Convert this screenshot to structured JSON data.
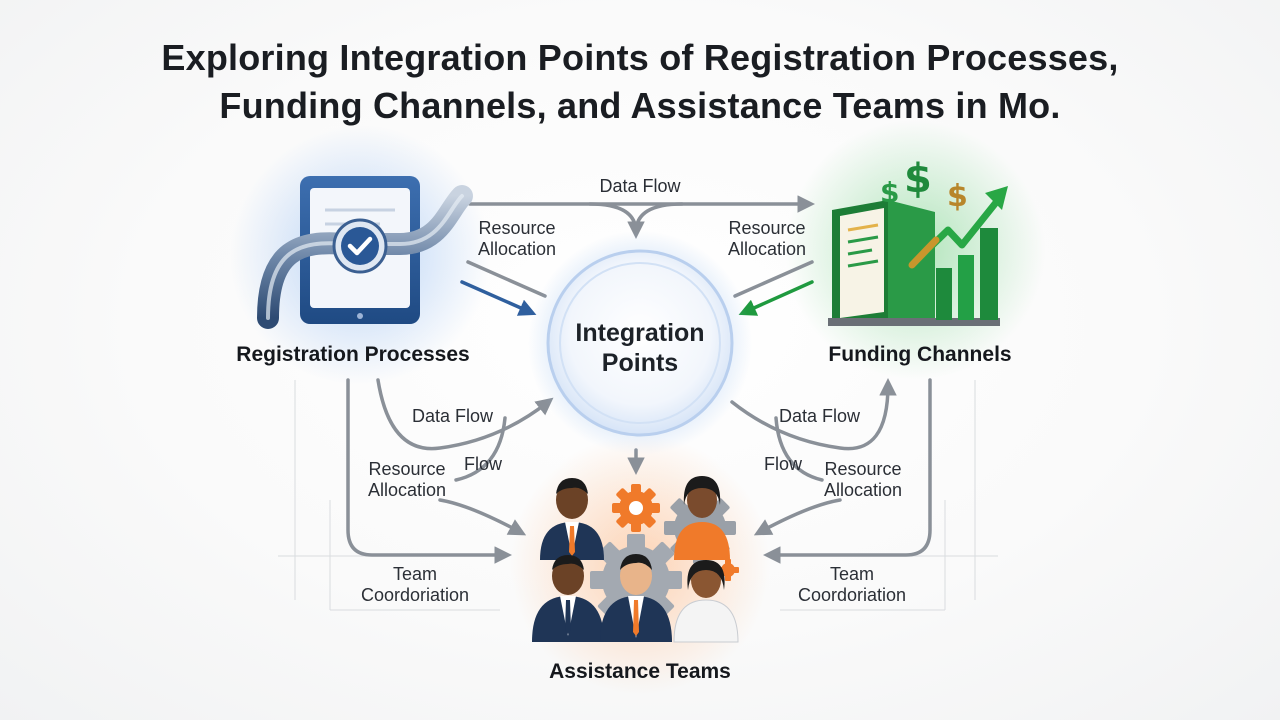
{
  "title": {
    "line1": "Exploring Integration Points of Registration Processes,",
    "line2": "Funding Channels, and Assistance Teams in Mo."
  },
  "center": {
    "line1": "Integration",
    "line2": "Points"
  },
  "nodes": {
    "registration": "Registration Processes",
    "funding": "Funding Channels",
    "assistance": "Assistance Teams"
  },
  "labels": {
    "data_flow_top": "Data Flow",
    "resource_left_top_1": "Resource",
    "resource_left_top_2": "Allocation",
    "resource_right_top_1": "Resource",
    "resource_right_top_2": "Allocation",
    "data_flow_left": "Data Flow",
    "data_flow_right": "Data Flow",
    "flow_left": "Flow",
    "flow_right": "Flow",
    "resource_left_bottom_1": "Resource",
    "resource_left_bottom_2": "Allocation",
    "resource_right_bottom_1": "Resource",
    "resource_right_bottom_2": "Allocation",
    "team_left_1": "Team",
    "team_left_2": "Coordoriation",
    "team_right_1": "Team",
    "team_right_2": "Coordoriation"
  },
  "icons": {
    "tablet": "tablet-checkmark-icon",
    "funding": "ledger-growth-chart-icon",
    "team": "team-gears-icon"
  },
  "colors": {
    "blue": "#2f5f9e",
    "green": "#1f9a3f",
    "orange": "#f07a2a",
    "arrow_gray": "#8a9098",
    "gold": "#b8862b"
  }
}
